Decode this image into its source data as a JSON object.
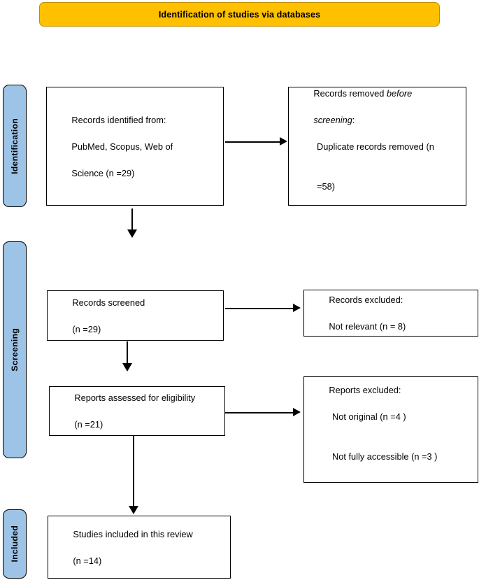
{
  "banner": {
    "title": "Identification of studies via databases",
    "fill": "#FFC000",
    "border": "#BF8F00"
  },
  "stages": {
    "fill": "#9DC3E6",
    "items": [
      {
        "id": "identification",
        "label": "Identification"
      },
      {
        "id": "screening",
        "label": "Screening"
      },
      {
        "id": "included",
        "label": "Included"
      }
    ]
  },
  "nodes": {
    "identified": {
      "line1": "Records identified from:",
      "line2": "PubMed, Scopus, Web of",
      "line3": "Science (n =29)"
    },
    "removed": {
      "line1_pre": "Records removed ",
      "line1_ital": "before",
      "line2_ital": "screening",
      "line2_post": ":",
      "line3": "Duplicate records removed (n",
      "line4": "=58)"
    },
    "screened": {
      "line1": "Records screened",
      "line2": "(n =29)"
    },
    "excluded_records": {
      "line1": "Records excluded:",
      "line2": "Not relevant (n = 8)"
    },
    "assessed": {
      "line1": "Reports assessed for eligibility",
      "line2": "(n =21)"
    },
    "excluded_reports": {
      "line1": "Reports excluded:",
      "line2": "Not original (n =4 )",
      "line3": "Not fully accessible (n =3 )"
    },
    "included": {
      "line1": "Studies included in this review",
      "line2": "(n =14)"
    }
  },
  "flow_data": {
    "type": "diagram",
    "diagram_kind": "prisma-flow",
    "records_identified": 29,
    "duplicates_removed": 58,
    "records_screened": 29,
    "records_excluded_not_relevant": 8,
    "reports_assessed": 21,
    "reports_excluded_not_original": 4,
    "reports_excluded_not_accessible": 3,
    "studies_included": 14
  }
}
